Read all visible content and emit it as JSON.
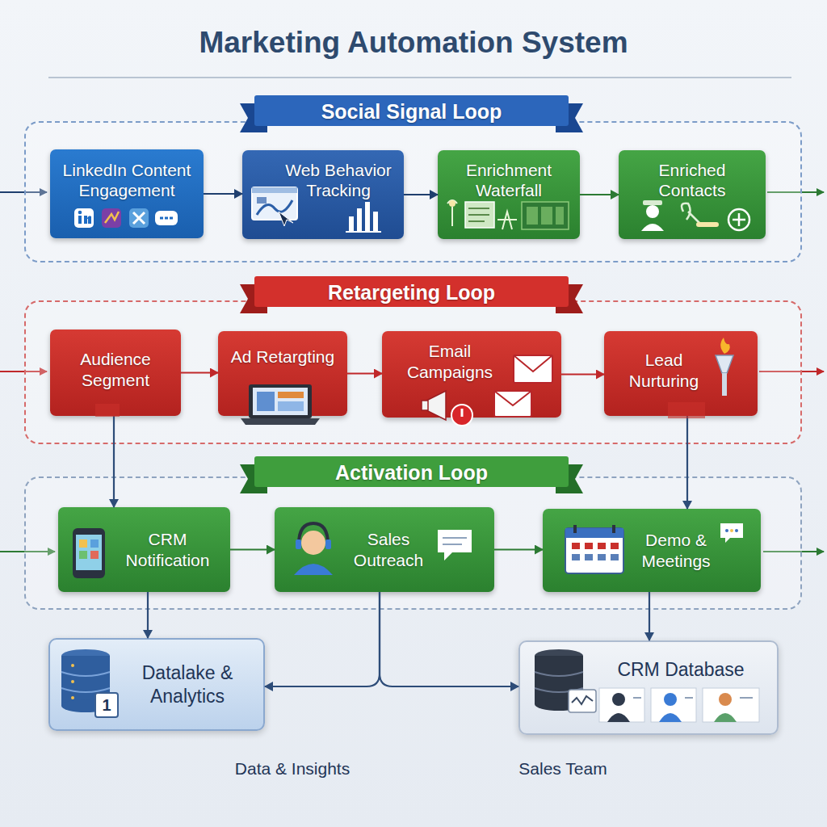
{
  "diagram": {
    "title": "Marketing Automation System",
    "nodes": [
      {
        "text": [
          "Social Signal Loop"
        ]
      },
      {
        "text": [
          "LinkedIn Content Engagement"
        ],
        "in": 0
      },
      {
        "text": [
          "Web Behavior Tracking"
        ],
        "in": 0
      },
      {
        "text": [
          "Enrichment Waterfall"
        ],
        "in": 0
      },
      {
        "text": [
          "Enriched Contacts"
        ],
        "in": 0
      },
      {
        "text": [
          "Retargeting Loop"
        ]
      },
      {
        "text": [
          "Audience Segment"
        ],
        "in": 5
      },
      {
        "text": [
          "Ad Retargting"
        ],
        "in": 5
      },
      {
        "text": [
          "Email Campaigns"
        ],
        "in": 5
      },
      {
        "text": [
          "Lead Nurturing"
        ],
        "in": 5
      },
      {
        "text": [
          "Activation Loop"
        ]
      },
      {
        "text": [
          "CRM Notification"
        ],
        "in": 10
      },
      {
        "text": [
          "Sales Outreach"
        ],
        "in": 10
      },
      {
        "text": [
          "Demo & Meetings"
        ],
        "in": 10
      },
      {
        "text": [
          "Datalake & Analytics"
        ]
      },
      {
        "text": [
          "CRM Database"
        ]
      }
    ],
    "edges": [
      {
        "from": 1,
        "to": 2,
        "arrow": "to"
      },
      {
        "from": 2,
        "to": 3,
        "arrow": "to"
      },
      {
        "from": 3,
        "to": 4,
        "arrow": "to"
      },
      {
        "from": 6,
        "to": 7,
        "arrow": "to"
      },
      {
        "from": 7,
        "to": 8,
        "arrow": "to"
      },
      {
        "from": 8,
        "to": 9,
        "arrow": "to"
      },
      {
        "from": 11,
        "to": 12,
        "arrow": "to"
      },
      {
        "from": 12,
        "to": 13,
        "arrow": "to"
      },
      {
        "from": 6,
        "to": 11,
        "arrow": "to"
      },
      {
        "from": 9,
        "to": 13,
        "arrow": "to"
      },
      {
        "from": 11,
        "to": 14,
        "arrow": "to"
      },
      {
        "from": 13,
        "to": 15,
        "arrow": "to"
      },
      {
        "from": 12,
        "to": 14,
        "arrow": "to"
      },
      {
        "from": 12,
        "to": 15,
        "arrow": "to"
      }
    ],
    "labels": [
      "Data & Insights",
      "Sales Team",
      "1"
    ]
  }
}
